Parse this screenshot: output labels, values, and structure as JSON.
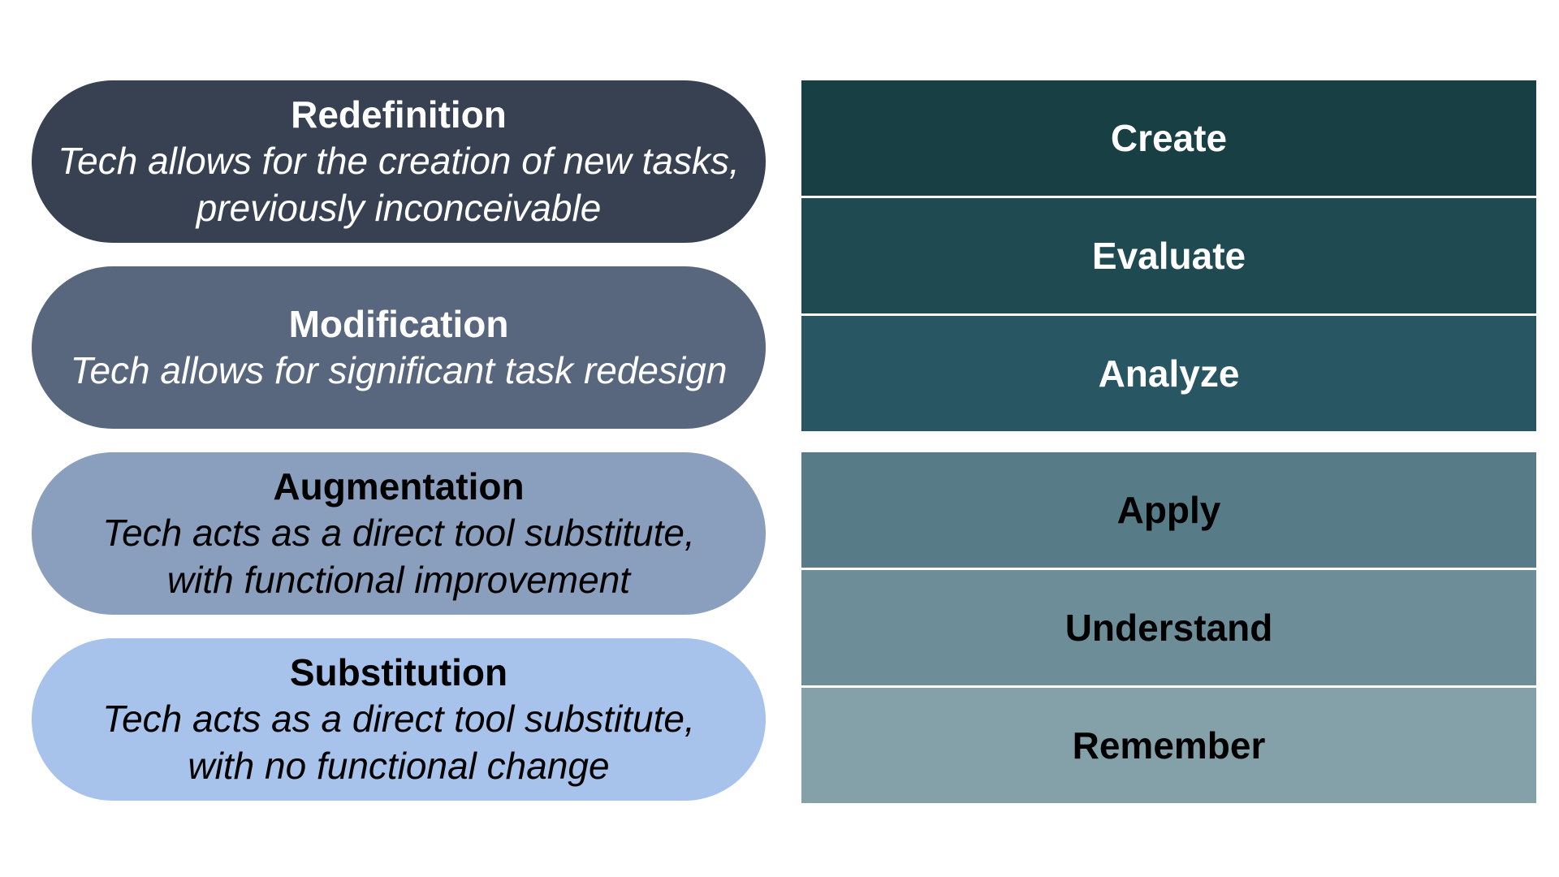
{
  "samr": [
    {
      "title": "Redefinition",
      "desc_lines": [
        "Tech allows for the creation of new tasks,",
        "previously inconceivable"
      ],
      "bg": "#374151",
      "color": "#ffffff"
    },
    {
      "title": "Modification",
      "desc_lines": [
        "Tech allows for significant task redesign"
      ],
      "bg": "#58677e",
      "color": "#ffffff"
    },
    {
      "title": "Augmentation",
      "desc_lines": [
        "Tech acts as a direct tool substitute,",
        "with functional improvement"
      ],
      "bg": "#8a9ebe",
      "color": "#000000"
    },
    {
      "title": "Substitution",
      "desc_lines": [
        "Tech acts as a direct tool substitute,",
        "with no functional change"
      ],
      "bg": "#a7c2eb",
      "color": "#000000"
    }
  ],
  "bloom": {
    "upper": [
      {
        "label": "Create",
        "bg": "#183f43",
        "color": "#ffffff"
      },
      {
        "label": "Evaluate",
        "bg": "#1f4a52",
        "color": "#ffffff"
      },
      {
        "label": "Analyze",
        "bg": "#285662",
        "color": "#ffffff"
      }
    ],
    "lower": [
      {
        "label": "Apply",
        "bg": "#587b88",
        "color": "#000000"
      },
      {
        "label": "Understand",
        "bg": "#6d8e99",
        "color": "#000000"
      },
      {
        "label": "Remember",
        "bg": "#84a1aa",
        "color": "#000000"
      }
    ]
  }
}
